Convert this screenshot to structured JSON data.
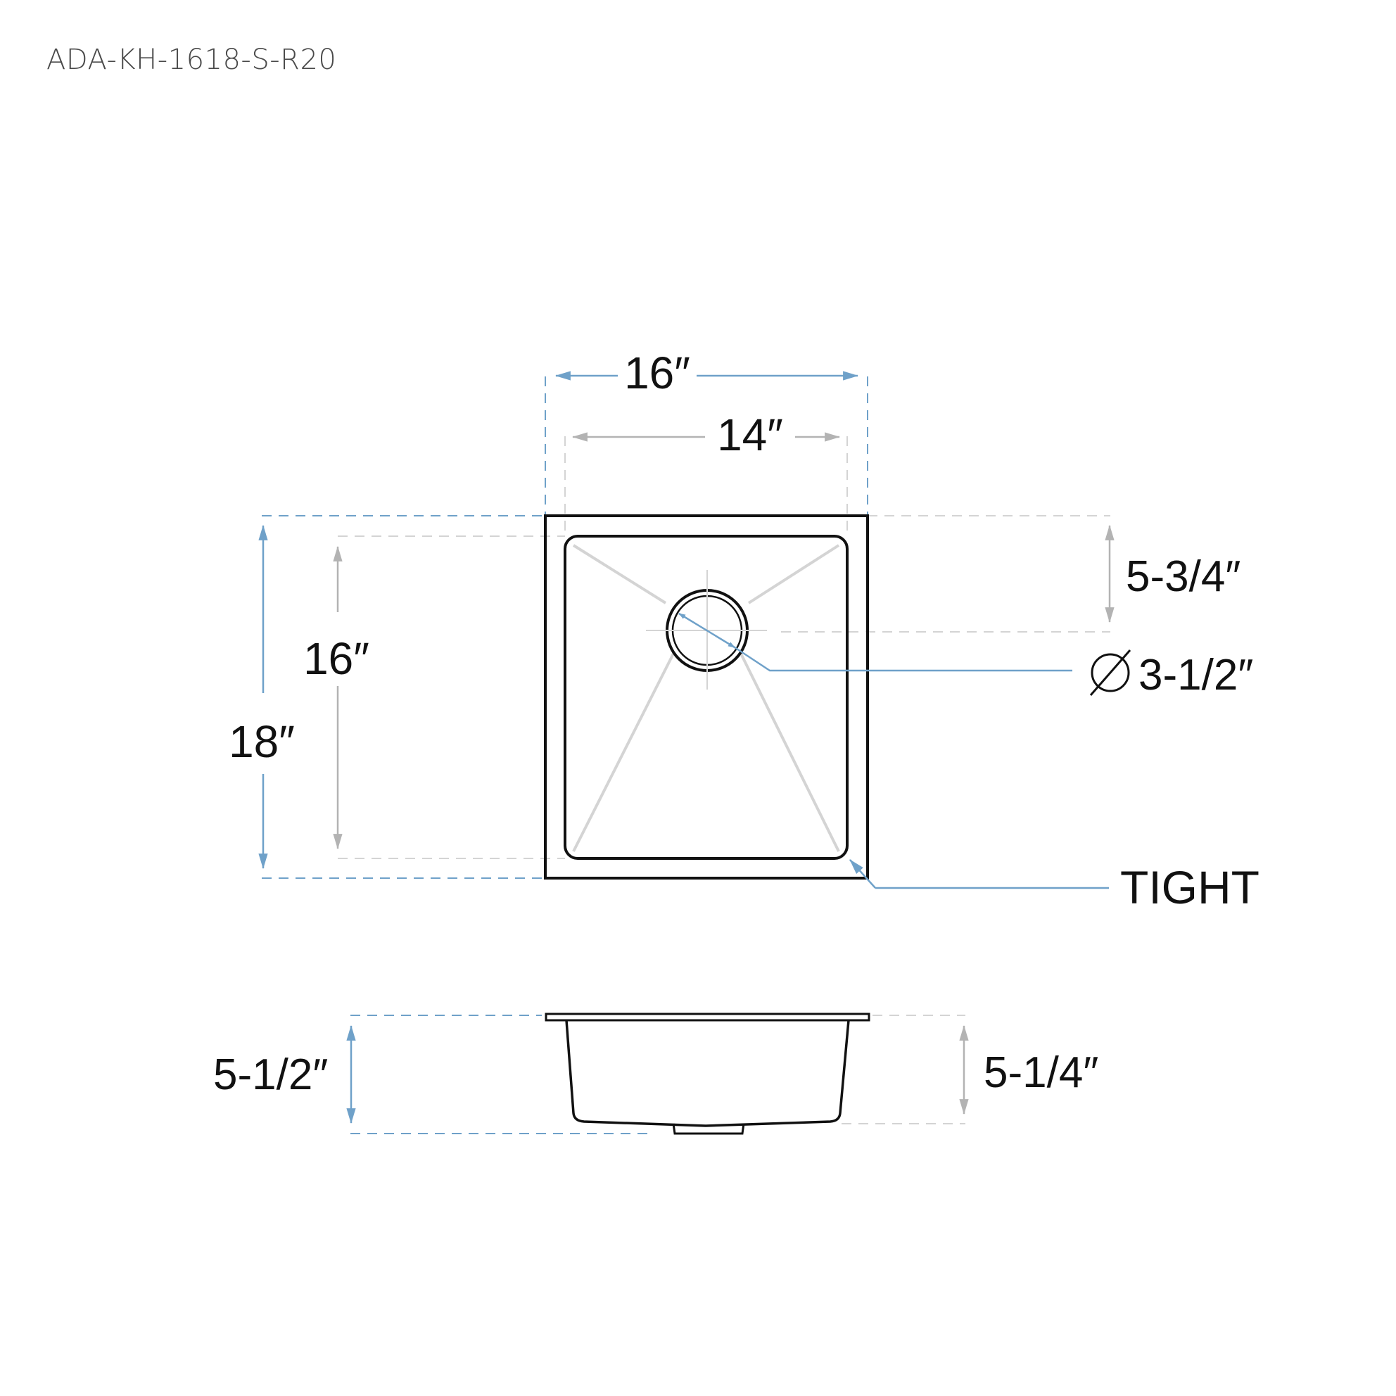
{
  "title": "ADA-KH-1618-S-R20",
  "colors": {
    "outline": "#111111",
    "blue_dimension": "#6fa1c9",
    "gray_dimension": "#b3b3b3",
    "gray_guide": "#d4d4d4",
    "title_text": "#4a4a4a"
  },
  "top_view": {
    "overall_width": "16″",
    "inner_width": "14″",
    "overall_depth": "18″",
    "inner_depth": "16″",
    "drain_offset": "5-3/4″",
    "drain_diameter_symbol": "⌀",
    "drain_diameter": "3-1/2″",
    "corner_radius_label": "TIGHT"
  },
  "side_view": {
    "overall_height": "5-1/2″",
    "bowl_depth": "5-1/4″"
  }
}
